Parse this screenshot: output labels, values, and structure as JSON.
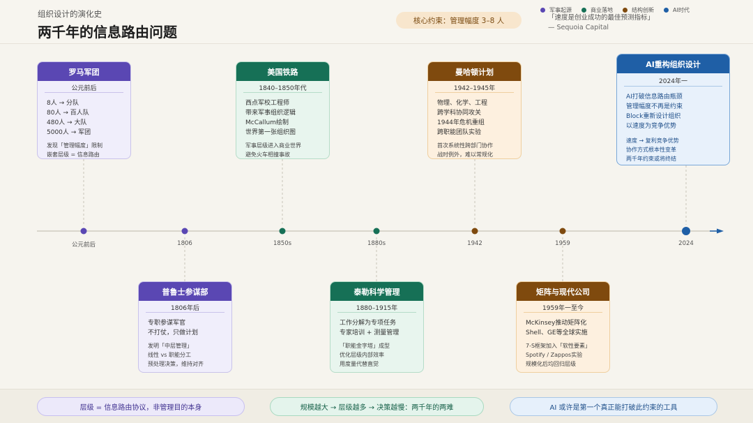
{
  "header": {
    "subtitle": "组织设计的演化史",
    "title": "两千年的信息路由问题",
    "constraint": "核心约束：管理幅度 3–8 人",
    "quote": "「速度是创业成功的最佳预测指标」",
    "quote_source": "— Sequoia Capital"
  },
  "legend": [
    {
      "label": "军事起源",
      "color": "#5a47b3"
    },
    {
      "label": "商业落地",
      "color": "#167056"
    },
    {
      "label": "结构创新",
      "color": "#7f4a0e"
    },
    {
      "label": "AI时代",
      "color": "#1f5fa6"
    }
  ],
  "timeline": {
    "ticks": [
      "公元前后",
      "1806",
      "1850s",
      "1880s",
      "1942",
      "1959",
      "2024"
    ],
    "dot_colors": [
      "#5a47b3",
      "#5a47b3",
      "#167056",
      "#167056",
      "#7f4a0e",
      "#7f4a0e",
      "#1f5fa6"
    ]
  },
  "cards": {
    "roman": {
      "title": "罗马军团",
      "period": "公元前后",
      "lines": [
        "8人 → 分队",
        "80人 → 百人队",
        "480人 → 大队",
        "5000人 → 军团"
      ],
      "notes": [
        "发现「管理幅度」限制",
        "嵌套层级 = 信息路由"
      ]
    },
    "prussian": {
      "title": "普鲁士参谋部",
      "period": "1806年后",
      "lines": [
        "专职参谋军官",
        "不打仗，只做计划"
      ],
      "notes": [
        "发明「中层管理」",
        "线性 vs 职能分工",
        "预处理决策，维持对齐"
      ]
    },
    "railroad": {
      "title": "美国铁路",
      "period": "1840–1850年代",
      "lines": [
        "西点军校工程师",
        "带来军事组织逻辑",
        "McCallum绘制",
        "世界第一张组织图"
      ],
      "notes": [
        "军事层级进入商业世界",
        "避免火车相撞事故"
      ]
    },
    "taylor": {
      "title": "泰勒科学管理",
      "period": "1880–1915年",
      "lines": [
        "工作分解为专项任务",
        "专家培训 + 测量管理"
      ],
      "notes": [
        "「职能金字塔」成型",
        "优化层级内部效率",
        "用度量代替直觉"
      ]
    },
    "manhattan": {
      "title": "曼哈顿计划",
      "period": "1942–1945年",
      "lines": [
        "物理、化学、工程",
        "跨学科协同攻关",
        "1944年危机重组",
        "跨职能团队实验"
      ],
      "notes": [
        "首次系统性跨部门协作",
        "战时例外，难以常规化"
      ]
    },
    "matrix": {
      "title": "矩阵与现代公司",
      "period": "1959年一至今",
      "lines": [
        "McKinsey推动矩阵化",
        "Shell、GE等全球实施"
      ],
      "notes": [
        "7-S框架加入「软性要素」",
        "Spotify / Zappos实验",
        "规模化后均回归层级"
      ]
    },
    "ai": {
      "title": "AI重构组织设计",
      "period": "2024年一",
      "lines": [
        "AI打破信息路由瓶颈",
        "管理幅度不再是约束",
        "Block重新设计组织",
        "以速度为竞争优势"
      ],
      "notes": [
        "速度 → 复利竞争优势",
        "协作方式根本性变革",
        "两千年约束或将终结"
      ]
    }
  },
  "footer": {
    "left": "层级 = 信息路由协议，非管理目的本身",
    "center": "规模越大 → 层级越多 → 决策越慢：两千年的两难",
    "right": "AI 或许是第一个真正能打破此约束的工具"
  }
}
